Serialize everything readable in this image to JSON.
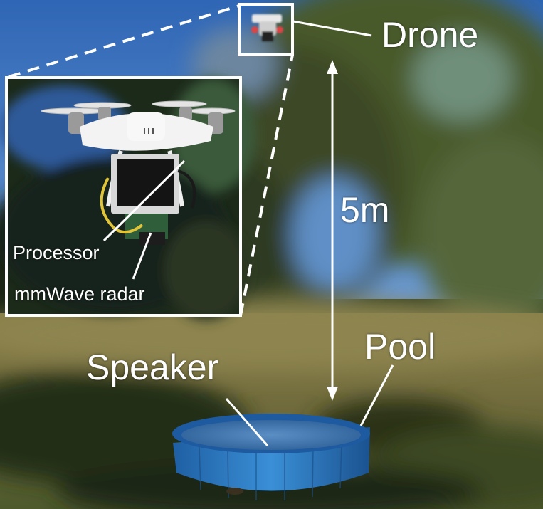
{
  "labels": {
    "drone": "Drone",
    "distance": "5m",
    "pool": "Pool",
    "speaker": "Speaker",
    "processor": "Processor",
    "radar": "mmWave radar"
  },
  "colors": {
    "sky": "#3f78c4",
    "grass": "#6f6a3c",
    "shadow": "#1a2212",
    "pool": "#2f7fc4",
    "annotation": "#ffffff"
  }
}
